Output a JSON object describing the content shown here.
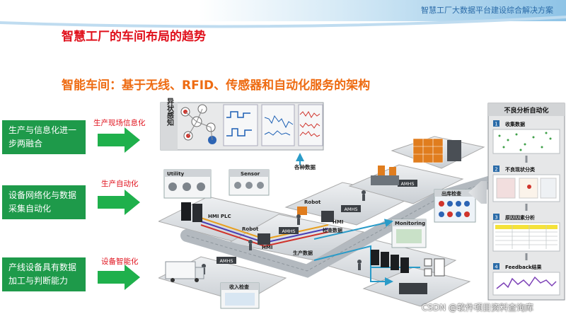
{
  "header": {
    "title": "智慧工厂大数据平台建设综合解决方案"
  },
  "page_title": "智慧工厂的车间布局的趋势",
  "subtitle": "智能车间：基于无线、RFID、传感器和自动化服务的架构",
  "left_items": [
    {
      "text_line1": "生产与信息化进一",
      "text_line2": "步两融合",
      "arrow_label": "生产现场信息化"
    },
    {
      "text_line1": "设备网络化与数据",
      "text_line2": "采集自动化",
      "arrow_label": "生产自动化"
    },
    {
      "text_line1": "产线设备具有数据",
      "text_line2": "加工与判断能力",
      "arrow_label": "设备智能化"
    }
  ],
  "diagram": {
    "sensing_label": "异状感知",
    "various_data": "各种数据",
    "utility": "Utility",
    "sensor": "Sensor",
    "robot_a": "Robot",
    "robot_b": "Robot",
    "hmi_plc": "HMI PLC",
    "hmi_a": "HMI",
    "hmi_b": "HMI",
    "amhs_a": "AMHS",
    "amhs_b": "AMHS",
    "amhs_c": "AMHS",
    "amhs_d": "AMHS",
    "inspection_data": "检查数据",
    "production_data": "生产数据",
    "monitoring": "Monitoring",
    "out_inspection": "出库检查",
    "in_inspection": "收入检查"
  },
  "right_panel": {
    "title": "不良分析自动化",
    "steps": [
      {
        "num": "1",
        "label": "收集数据"
      },
      {
        "num": "2",
        "label": "不良现状分类"
      },
      {
        "num": "3",
        "label": "原因因素分析"
      },
      {
        "num": "4",
        "label": "Feedback结果"
      }
    ]
  },
  "watermark": "CSDN @软件项目资料查询库",
  "colors": {
    "title_red": "#e0111c",
    "subtitle_orange": "#ee6b12",
    "box_green": "#1e9a4a",
    "header_blue": "#2a6ba8"
  }
}
